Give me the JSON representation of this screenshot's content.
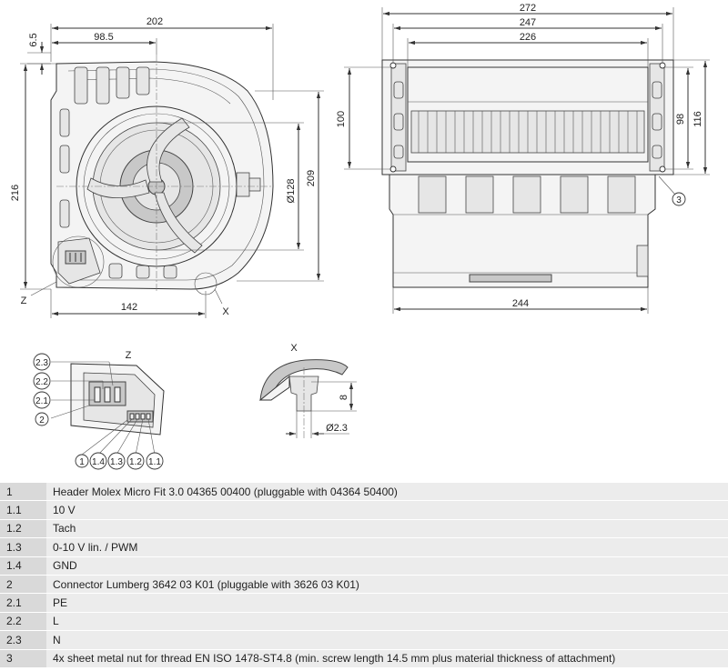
{
  "front_view": {
    "dims": {
      "top_width": "202",
      "top_offset": "98.5",
      "left_offset": "6.5",
      "height_left": "216",
      "height_right": "209",
      "diameter": "Ø128",
      "bottom_width": "142"
    },
    "labels": {
      "detail_z": "Z",
      "detail_x": "X"
    }
  },
  "side_view": {
    "dims": {
      "w_outer": "272",
      "w_mid": "247",
      "w_inner": "226",
      "h_left": "100",
      "h_right_inner": "98",
      "h_right_outer": "116",
      "bottom_width": "244"
    },
    "callout": "3"
  },
  "detail_z": {
    "title": "Z",
    "left_callouts": [
      "2.3",
      "2.2",
      "2.1",
      "2"
    ],
    "bottom_callouts": [
      "1",
      "1.4",
      "1.3",
      "1.2",
      "1.1"
    ]
  },
  "detail_x": {
    "title": "X",
    "dims": {
      "height": "8",
      "diameter": "Ø2.3"
    }
  },
  "legend": [
    {
      "num": "1",
      "desc": "Header Molex Micro Fit 3.0 04365 00400 (pluggable with 04364 50400)"
    },
    {
      "num": "1.1",
      "desc": "10 V"
    },
    {
      "num": "1.2",
      "desc": "Tach"
    },
    {
      "num": "1.3",
      "desc": "0-10 V lin. / PWM"
    },
    {
      "num": "1.4",
      "desc": "GND"
    },
    {
      "num": "2",
      "desc": "Connector Lumberg 3642 03 K01 (pluggable with 3626 03 K01)"
    },
    {
      "num": "2.1",
      "desc": "PE"
    },
    {
      "num": "2.2",
      "desc": "L"
    },
    {
      "num": "2.3",
      "desc": "N"
    },
    {
      "num": "3",
      "desc": "4x sheet metal nut for thread EN ISO 1478-ST4.8 (min. screw length 14.5 mm plus material thickness of attachment)"
    }
  ]
}
